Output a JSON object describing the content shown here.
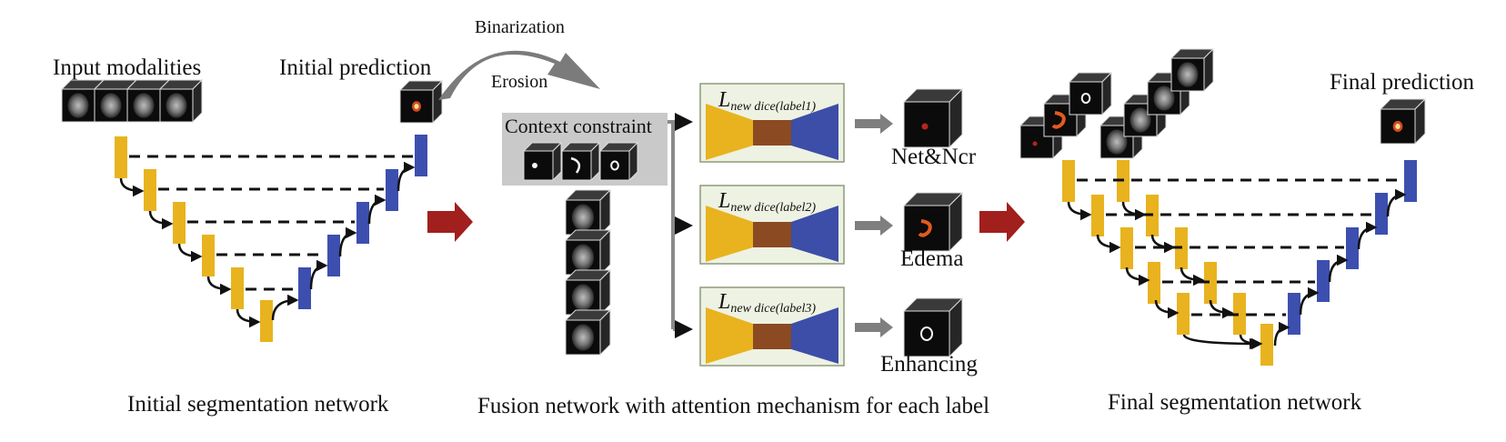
{
  "sections": {
    "initial": {
      "input_label": "Input modalities",
      "prediction_label": "Initial prediction",
      "caption": "Initial segmentation network"
    },
    "fusion": {
      "binarization_label": "Binarization",
      "erosion_label": "Erosion",
      "context_label": "Context constraint",
      "caption": "Fusion network with attention mechanism for each label",
      "losses": [
        {
          "base": "L",
          "sub": "new dice(label1)"
        },
        {
          "base": "L",
          "sub": "new dice(label2)"
        },
        {
          "base": "L",
          "sub": "new dice(label3)"
        }
      ],
      "outputs": [
        "Net&Ncr",
        "Edema",
        "Enhancing"
      ]
    },
    "final": {
      "prediction_label": "Final prediction",
      "caption": "Final segmentation network"
    }
  },
  "colors": {
    "encoder_block": "#e8b31e",
    "decoder_block": "#3d4fae",
    "fusion_encoder": "#e8b31e",
    "fusion_bottleneck": "#8b4a22",
    "fusion_decoder": "#3c4ea8",
    "fusion_panel": "#eef2e2",
    "context_panel": "#c9c9c9",
    "stage_arrow": "#a11f1c",
    "gray_arrow": "#7f7f7f"
  }
}
